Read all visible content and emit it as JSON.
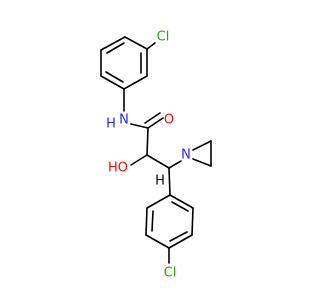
{
  "colors": {
    "background": "#ffffff",
    "bond": "#000000",
    "nitrogen": "#2929ff",
    "oxygen": "#ff0d0d",
    "chlorine": "#1fb000"
  },
  "molecule": {
    "atoms": {
      "cl_top": "Cl",
      "nh_n": "N",
      "nh_h": "H",
      "carbonyl_o": "O",
      "hydroxyl_label": "HO",
      "aziridine_n": "N",
      "ch_h": "H",
      "cl_bottom": "Cl"
    }
  }
}
